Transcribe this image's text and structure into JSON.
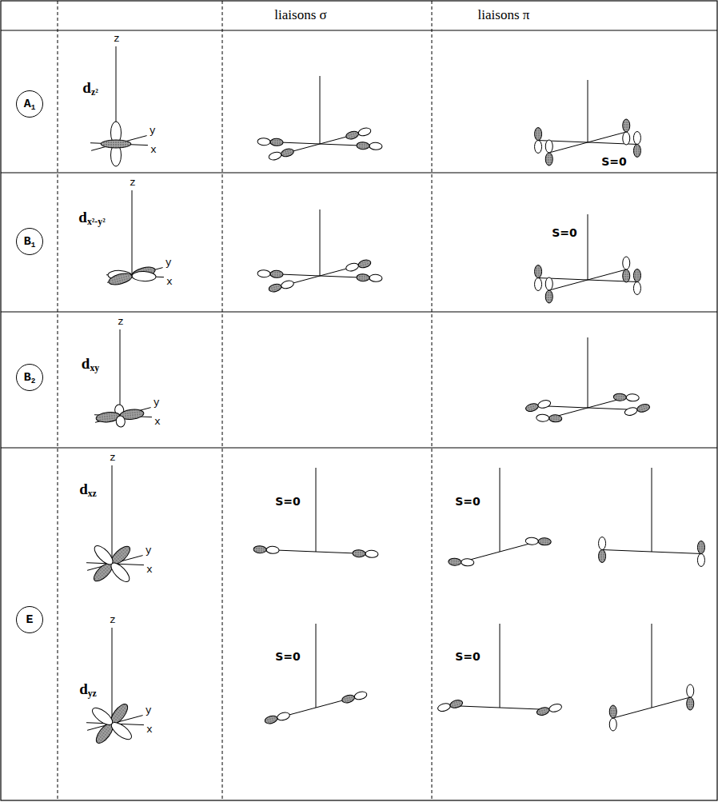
{
  "diagram": {
    "nodes": [
      {
        "text": [
          "A1"
        ]
      },
      {
        "text": [
          "B1"
        ]
      },
      {
        "text": [
          "B2"
        ]
      },
      {
        "text": [
          "E"
        ]
      }
    ],
    "labels": [
      "liaisons σ",
      "liaisons π",
      "dz²",
      "z",
      "y",
      "x",
      "S=0",
      "dx²-y²",
      "z",
      "y",
      "x",
      "S=0",
      "dxy",
      "z",
      "y",
      "x",
      "dxz",
      "z",
      "y",
      "x",
      "S=0",
      "S=0",
      "dyz",
      "z",
      "y",
      "x",
      "S=0",
      "S=0"
    ]
  }
}
